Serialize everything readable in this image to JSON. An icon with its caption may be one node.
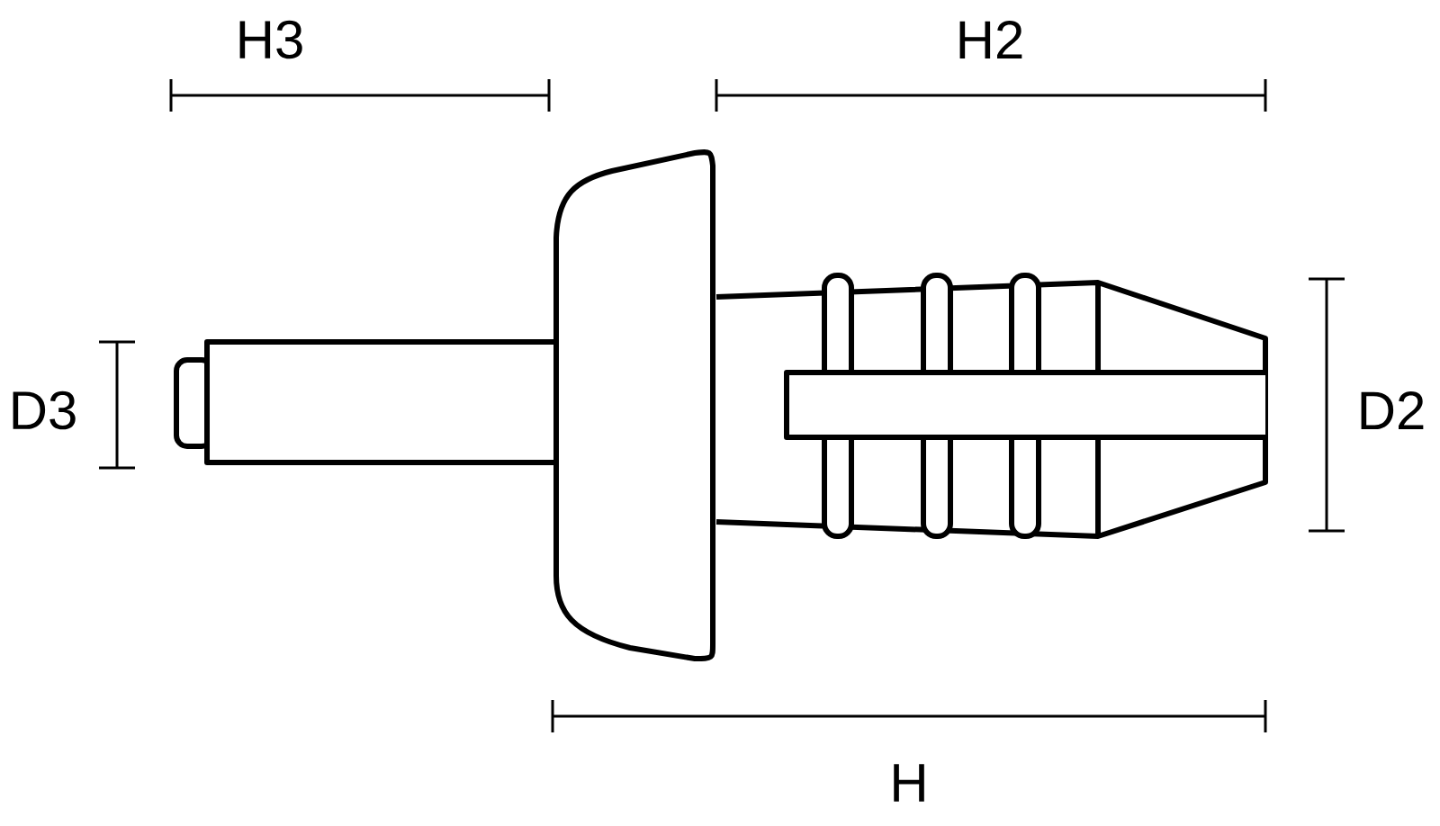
{
  "diagram": {
    "labels": [
      "H3",
      "H2",
      "D3",
      "D2",
      "H"
    ]
  }
}
